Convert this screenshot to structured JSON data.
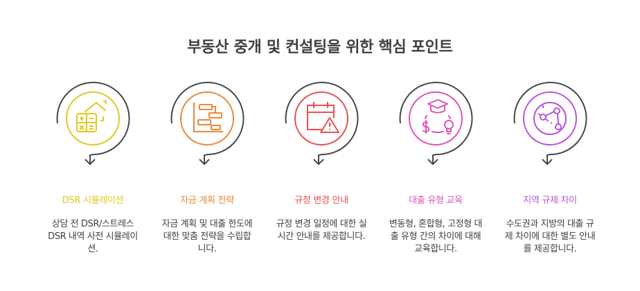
{
  "title": "부동산 중개 및 컨설팅을 위한 핵심 포인트",
  "steps": [
    {
      "title": "DSR 시뮬레이션",
      "description": "상담 전 DSR/스트레스 DSR 내역 사전 시뮬레이션.",
      "icon": "calculator-house-icon",
      "color": "#e0c81c"
    },
    {
      "title": "자금 계획 전략",
      "description": "자금 계획 및 대출 한도에 대한 맞춤 전략을 수립합니다.",
      "icon": "gantt-chart-icon",
      "color": "#e8893a"
    },
    {
      "title": "규정 변경 안내",
      "description": "규정 변경 일정에 대한 실시간 안내를 제공합니다.",
      "icon": "calendar-warning-icon",
      "color": "#e5514f"
    },
    {
      "title": "대출 유형 교육",
      "description": "변동형, 혼합형, 고정형 대출 유형 간의 차이에 대해 교육합니다.",
      "icon": "graduation-money-idea-icon",
      "color": "#e052b4"
    },
    {
      "title": "지역 규제 차이",
      "description": "수도권과 지방의 대출 규제 차이에 대한 별도 안내를 제공합니다.",
      "icon": "network-globe-icon",
      "color": "#b455d8"
    }
  ],
  "colors": {
    "title": "#3f3f3f",
    "arc": "#474747",
    "description": "#404040"
  }
}
